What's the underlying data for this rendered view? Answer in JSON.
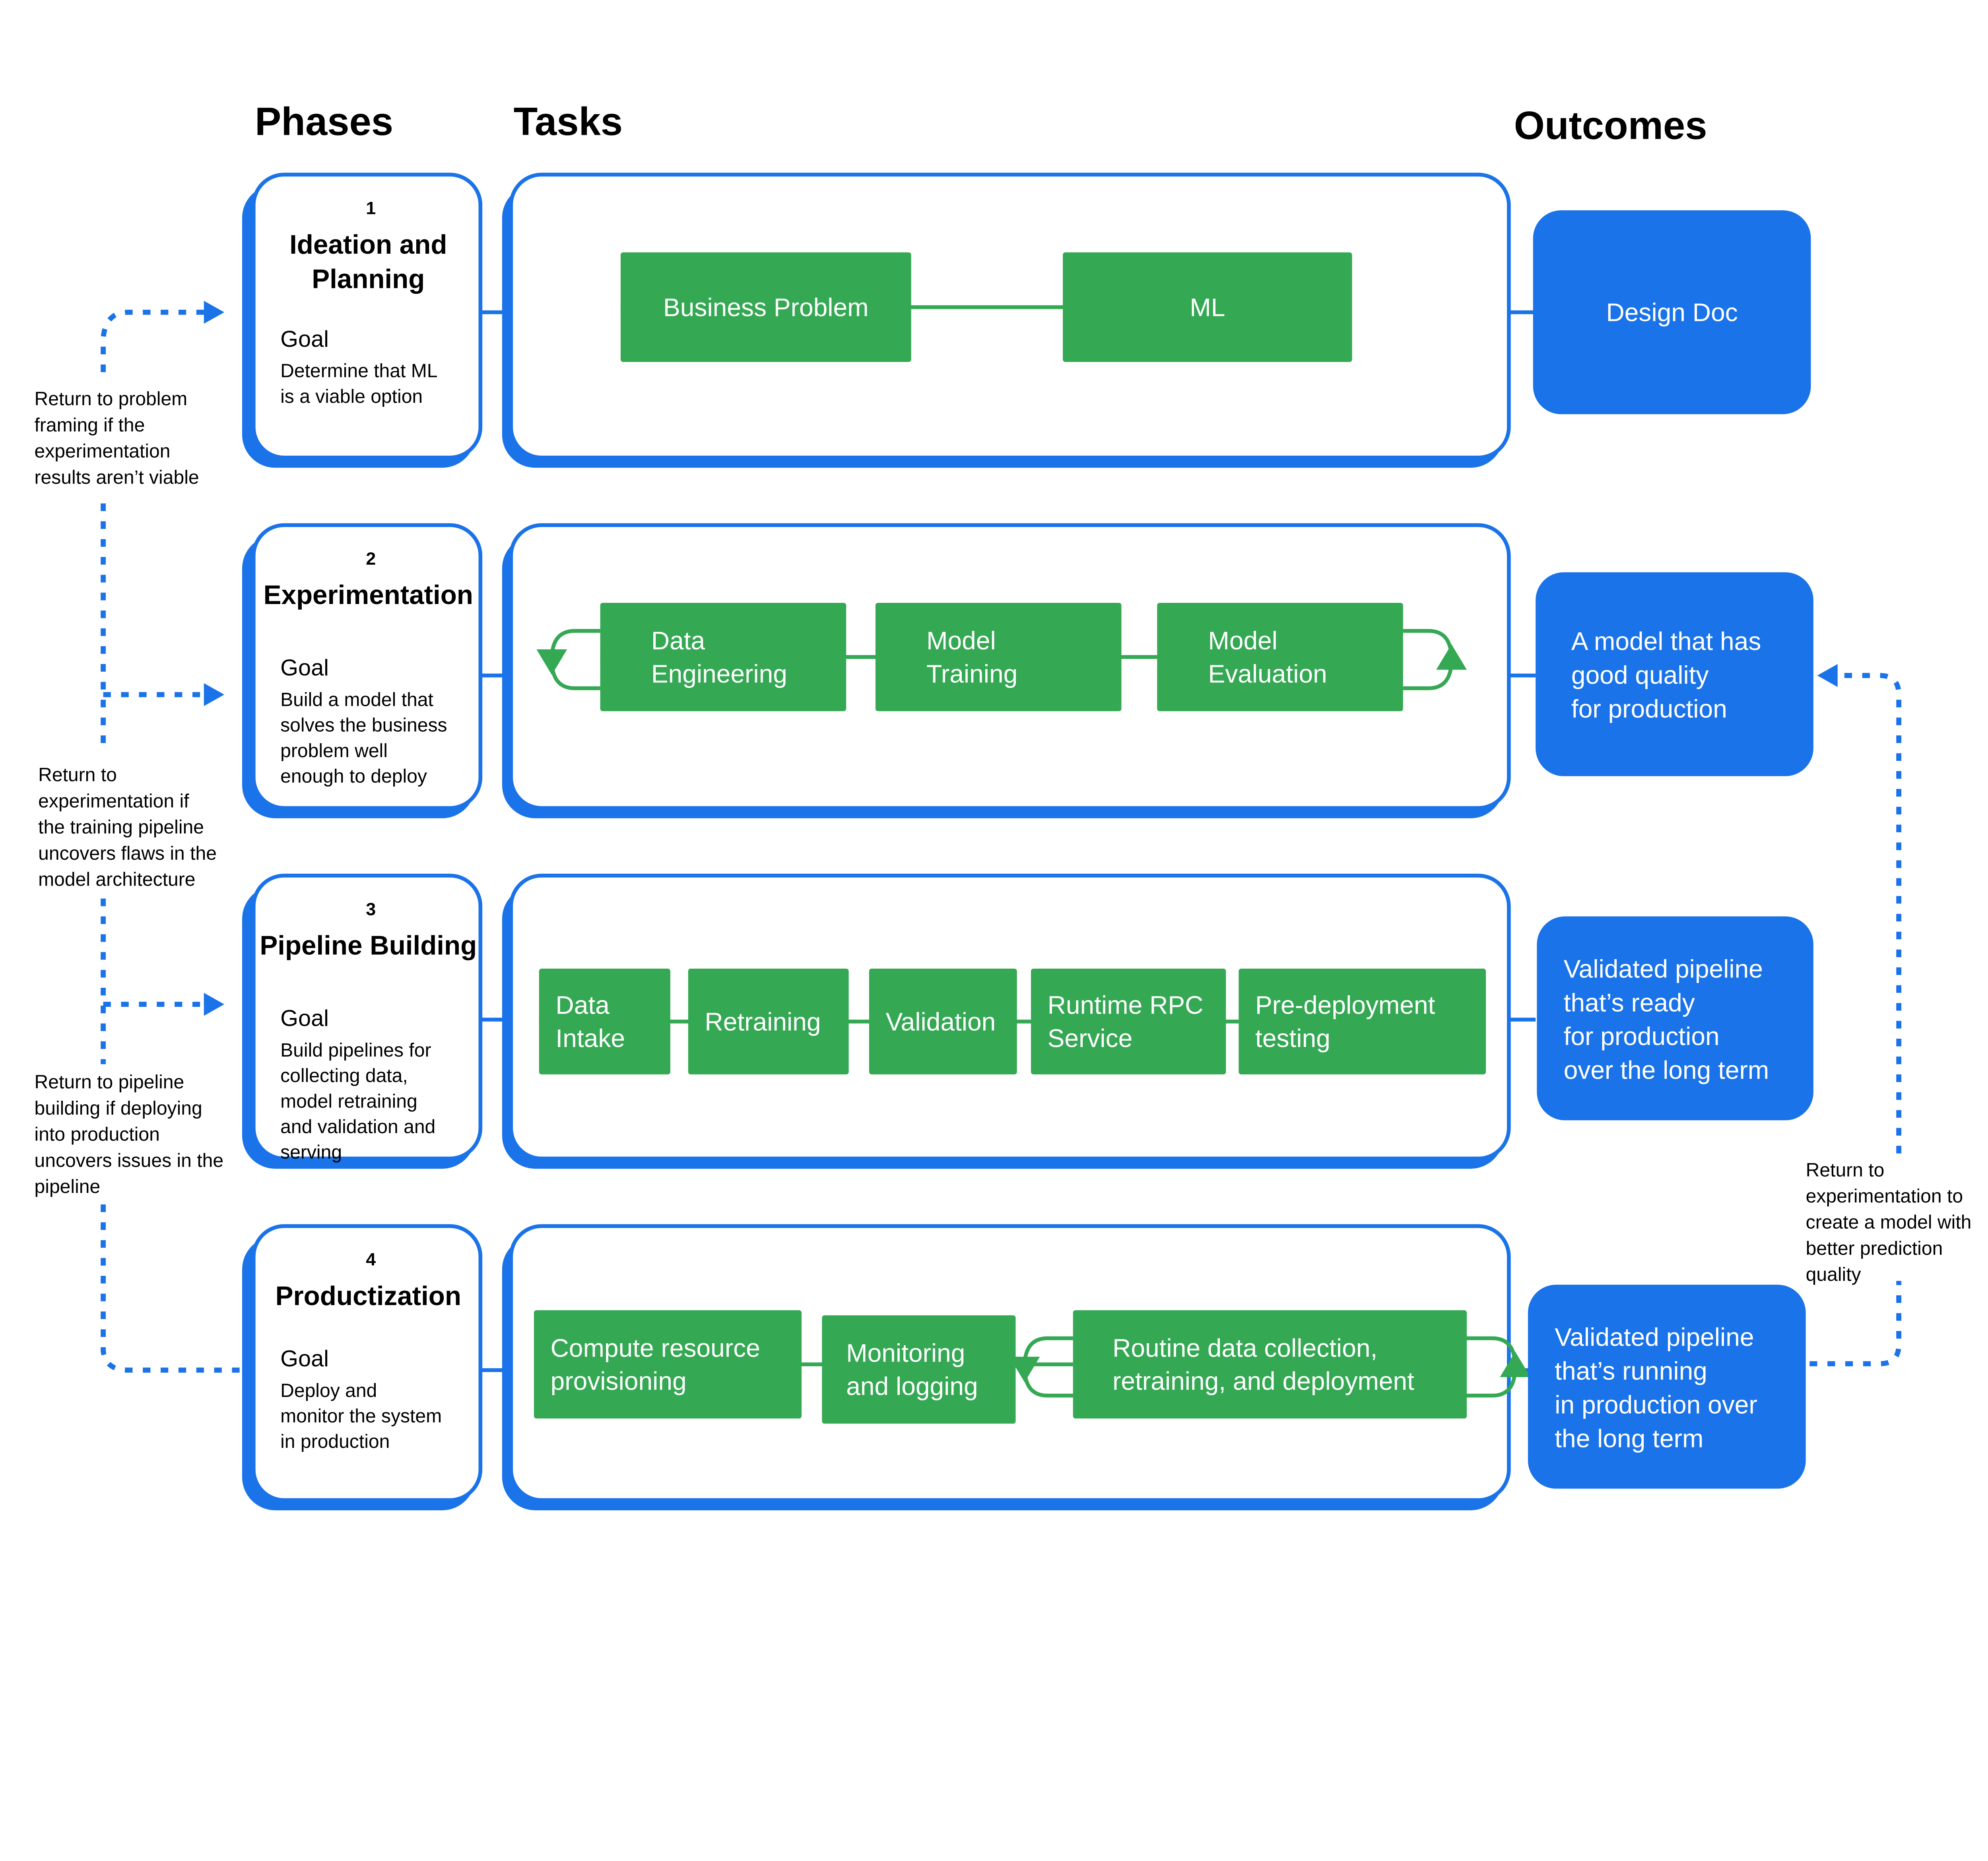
{
  "headers": {
    "phases": "Phases",
    "tasks": "Tasks",
    "outcomes": "Outcomes"
  },
  "colors": {
    "blue": "#1a73e8",
    "green": "#34a853"
  },
  "phases": [
    {
      "number": "1",
      "title": [
        "Ideation and",
        "Planning"
      ],
      "goal_label": "Goal",
      "goal": [
        "Determine that ML",
        "is a viable option"
      ]
    },
    {
      "number": "2",
      "title": [
        "Experimentation"
      ],
      "goal_label": "Goal",
      "goal": [
        "Build a model that",
        "solves the business",
        "problem well",
        "enough to deploy"
      ]
    },
    {
      "number": "3",
      "title": [
        "Pipeline Building"
      ],
      "goal_label": "Goal",
      "goal": [
        "Build pipelines for",
        "collecting data,",
        "model retraining",
        "and validation and",
        "serving"
      ]
    },
    {
      "number": "4",
      "title": [
        "Productization"
      ],
      "goal_label": "Goal",
      "goal": [
        "Deploy and",
        "monitor the system",
        "in production"
      ]
    }
  ],
  "tasks": [
    [
      [
        "Business Problem"
      ],
      [
        "ML"
      ]
    ],
    [
      [
        "Data",
        "Engineering"
      ],
      [
        "Model",
        "Training"
      ],
      [
        "Model",
        "Evaluation"
      ]
    ],
    [
      [
        "Data",
        "Intake"
      ],
      [
        "Retraining"
      ],
      [
        "Validation"
      ],
      [
        "Runtime RPC",
        "Service"
      ],
      [
        "Pre-deployment",
        "testing"
      ]
    ],
    [
      [
        "Compute  resource",
        "provisioning"
      ],
      [
        "Monitoring",
        "and logging"
      ],
      [
        "Routine data collection,",
        "retraining, and deployment"
      ]
    ]
  ],
  "outcomes": [
    [
      "Design Doc"
    ],
    [
      "A model that has",
      "good quality",
      "for production"
    ],
    [
      "Validated pipeline",
      "that’s ready",
      "for production",
      "over the long term"
    ],
    [
      "Validated pipeline",
      "that’s running",
      "in production over",
      "the long term"
    ]
  ],
  "notes": {
    "return_problem": [
      "Return to problem",
      "framing if the",
      "experimentation",
      "results aren’t viable"
    ],
    "return_experimentation": [
      "Return to",
      "experimentation if",
      "the training pipeline",
      "uncovers flaws in the",
      "model architecture"
    ],
    "return_pipeline": [
      "Return to pipeline",
      "building if deploying",
      "into production",
      "uncovers issues in the",
      "pipeline"
    ],
    "return_model": [
      "Return to",
      "experimentation to",
      "create a model with",
      "better prediction",
      "quality"
    ]
  }
}
